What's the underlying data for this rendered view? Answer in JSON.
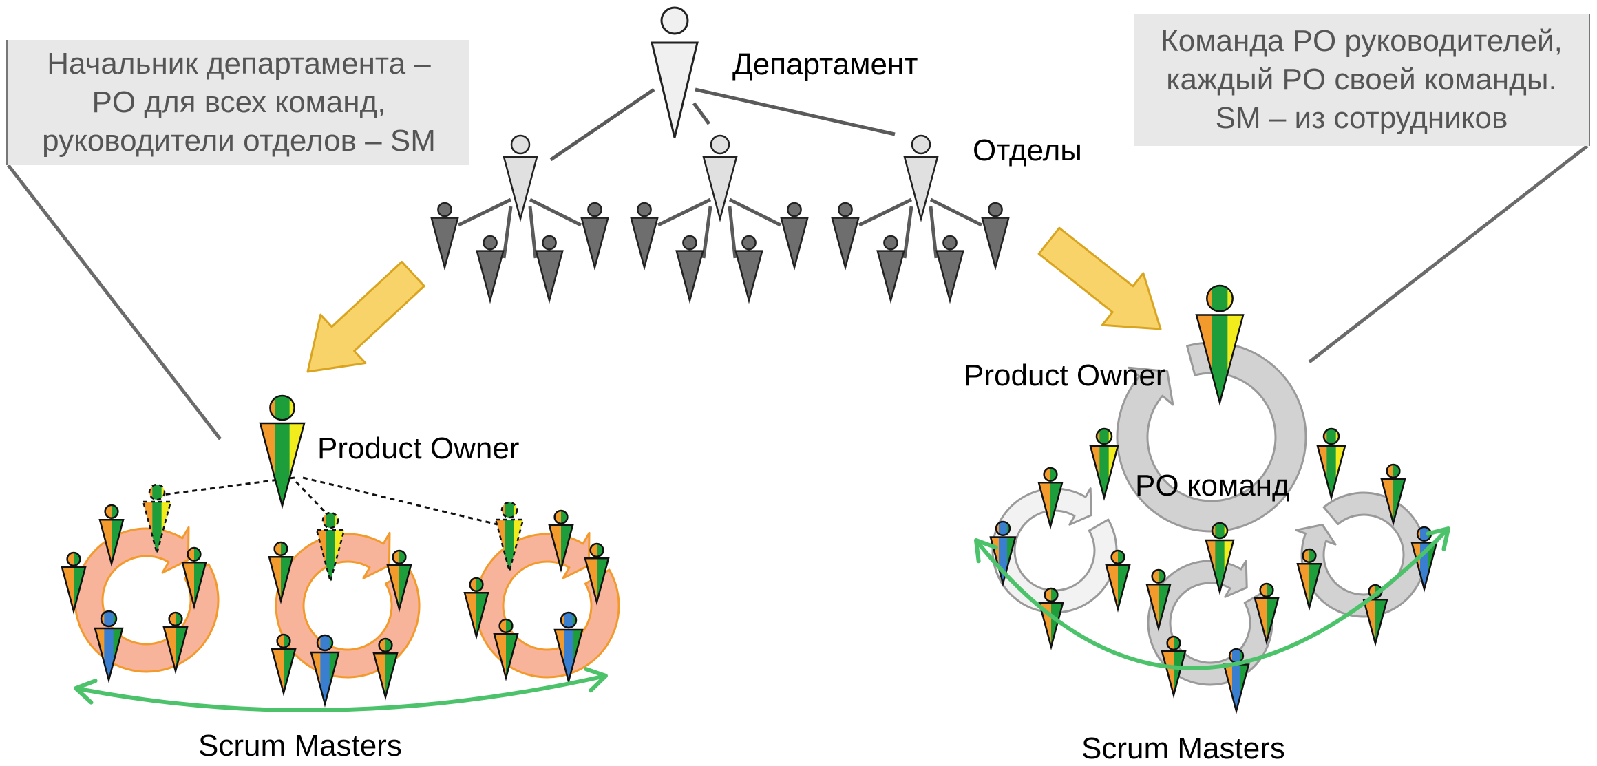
{
  "labels": {
    "department": "Департамент",
    "divisions": "Отделы",
    "product_owner_left": "Product Owner",
    "product_owner_right": "Product Owner",
    "po_teams": "PO команд",
    "scrum_masters_left": "Scrum Masters",
    "scrum_masters_right": "Scrum Masters"
  },
  "notes": {
    "left": [
      "Начальник департамента –",
      "PO для всех команд,",
      "руководители отделов – SM"
    ],
    "right": [
      "Команда PO руководителей,",
      "каждый PO своей команды.",
      "SM – из сотрудников"
    ]
  },
  "colors": {
    "orange": "#f39a2c",
    "green": "#1e9e3a",
    "yellow": "#f2ec1c",
    "blue": "#3a7ed0",
    "hierarchy_head": "#e0e0e0",
    "hierarchy_body_dark": "#6e6e6e",
    "arrow_fill": "#f7d36a",
    "arrow_stroke": "#d9a520",
    "cycle_salmon": "#f8b49a",
    "cycle_grey": "#d2d2d2",
    "scrum_arc": "#4cc36a",
    "note_bg": "#e8e8e8",
    "note_text": "#555555"
  },
  "icons": {
    "hierarchy": "person-icon",
    "arrows": "block-arrow-icon",
    "cycles": "circular-arrow-icon"
  }
}
